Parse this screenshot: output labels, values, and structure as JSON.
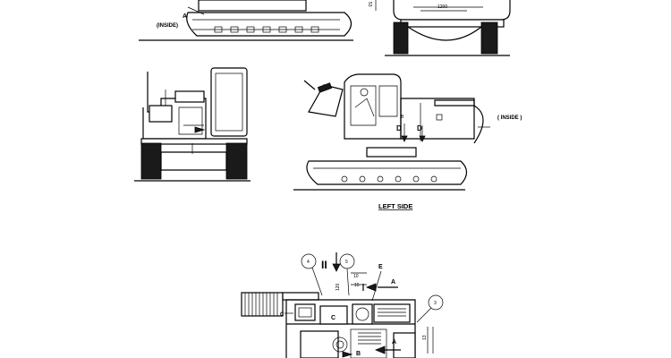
{
  "labels": {
    "inside_top": "(INSIDE)",
    "inside_right": "( INSIDE )",
    "left_side": "LEFT SIDE",
    "marker_a_top": "A",
    "marker_a_plan": "A",
    "marker_a_plan2": "A",
    "marker_b_plan": "B",
    "marker_c_plan": "C",
    "marker_c_plan2": "C",
    "marker_d_left": "D",
    "marker_d_right": "D",
    "marker_e": "E",
    "roman_two": "II",
    "circle_4": "4",
    "circle_5": "5",
    "circle_3": "3",
    "dim_1200": "1200",
    "dim_53": "53",
    "dim_10": "10",
    "dim_15": "15",
    "dim_120": "120",
    "dim_13": "13"
  }
}
